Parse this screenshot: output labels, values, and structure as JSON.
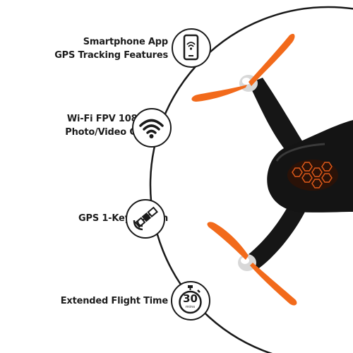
{
  "features": [
    {
      "id": "app",
      "lines": [
        "Smartphone App",
        "GPS Tracking Features"
      ],
      "icon": "smartphone-wifi-icon"
    },
    {
      "id": "camera",
      "lines": [
        "Wi-Fi FPV 1080p HD",
        "Photo/Video Camera"
      ],
      "icon": "wifi-icon"
    },
    {
      "id": "gps",
      "lines": [
        "GPS 1-Key Return"
      ],
      "icon": "satellite-icon"
    },
    {
      "id": "flight",
      "lines": [
        "Extended Flight Time"
      ],
      "icon": "stopwatch-icon"
    }
  ],
  "timer": {
    "value": "30",
    "unit": "mins"
  },
  "colors": {
    "accent": "#f26a1b",
    "body": "#161616",
    "line": "#1a1a1a"
  }
}
